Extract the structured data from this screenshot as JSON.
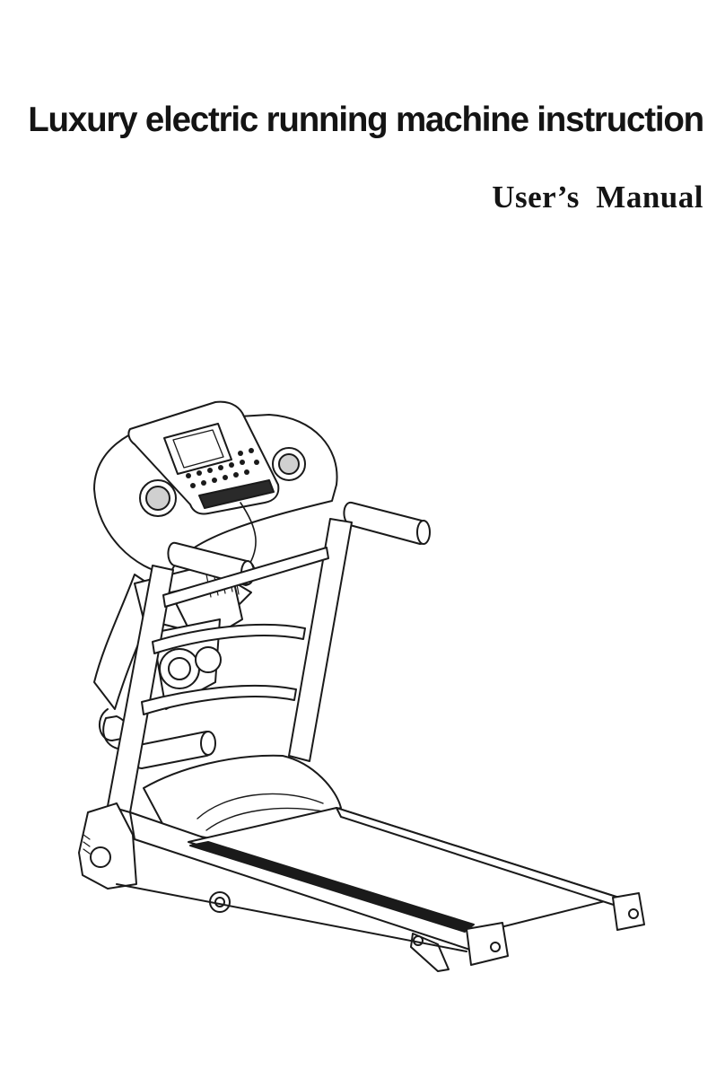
{
  "page": {
    "title": "Luxury electric running machine instruction",
    "subtitle": "User’s  Manual"
  },
  "illustration": {
    "icon": "treadmill-line-drawing"
  }
}
